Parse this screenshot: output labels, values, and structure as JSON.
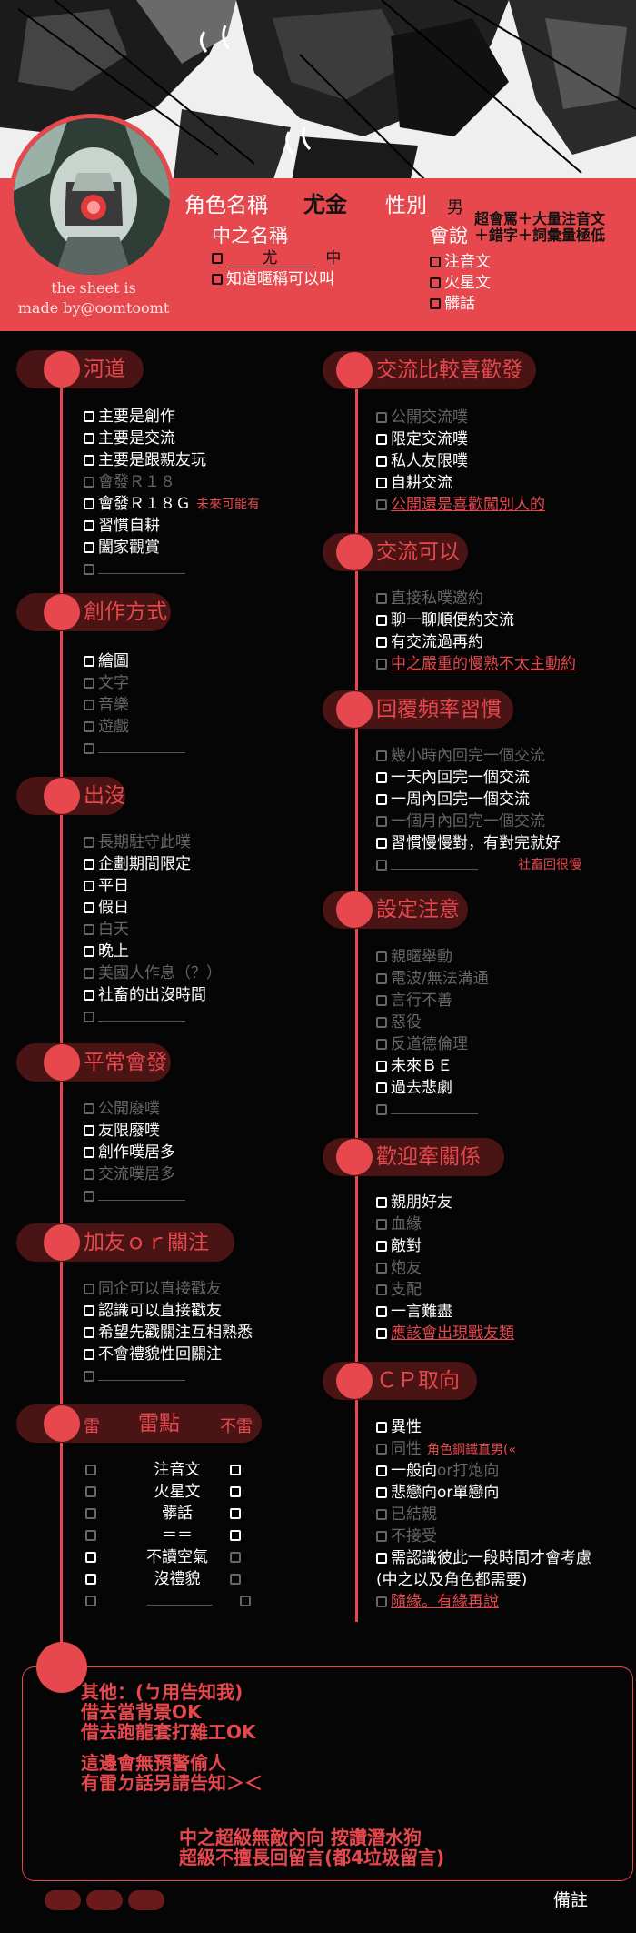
{
  "profile": {
    "name_label": "角色名稱",
    "name_value": "尤金",
    "gender_label": "性別",
    "gender_value": "男",
    "player_label": "中之名稱",
    "player_value": "尤",
    "player_suffix": "中",
    "nickname_option": "知道暱稱可以叫",
    "speech_label": "會說",
    "speech_note_line1": "超會罵＋大量注音文",
    "speech_note_line2": "＋錯字＋詞彙量極低",
    "speech_options": [
      "注音文",
      "火星文",
      "髒話"
    ],
    "credit_line1": "the sheet is",
    "credit_line2": "made by@oomtoomt"
  },
  "sections": {
    "hedao": {
      "title": "河道",
      "items": [
        {
          "text": "主要是創作",
          "dim": false
        },
        {
          "text": "主要是交流",
          "dim": false
        },
        {
          "text": "主要是跟親友玩",
          "dim": false
        },
        {
          "text": "會發Ｒ１８",
          "dim": true
        },
        {
          "text": "會發Ｒ１８Ｇ",
          "dim": false,
          "note": "未來可能有"
        },
        {
          "text": "習慣自耕",
          "dim": false
        },
        {
          "text": "闔家觀賞",
          "dim": false
        }
      ]
    },
    "create": {
      "title": "創作方式",
      "items": [
        {
          "text": "繪圖",
          "dim": false
        },
        {
          "text": "文字",
          "dim": true
        },
        {
          "text": "音樂",
          "dim": true
        },
        {
          "text": "遊戲",
          "dim": true
        }
      ]
    },
    "appear": {
      "title": "出沒",
      "items": [
        {
          "text": "長期駐守此噗",
          "dim": true
        },
        {
          "text": "企劃期間限定",
          "dim": false
        },
        {
          "text": "平日",
          "dim": false
        },
        {
          "text": "假日",
          "dim": false
        },
        {
          "text": "白天",
          "dim": true
        },
        {
          "text": "晚上",
          "dim": false
        },
        {
          "text": "美國人作息（？）",
          "dim": true
        },
        {
          "text": "社畜的出沒時間",
          "dim": false
        }
      ]
    },
    "post": {
      "title": "平常會發",
      "items": [
        {
          "text": "公開廢噗",
          "dim": true
        },
        {
          "text": "友限廢噗",
          "dim": false
        },
        {
          "text": "創作噗居多",
          "dim": false
        },
        {
          "text": "交流噗居多",
          "dim": true
        }
      ]
    },
    "follow": {
      "title": "加友ｏｒ關注",
      "items": [
        {
          "text": "同企可以直接戳友",
          "dim": true
        },
        {
          "text": "認識可以直接戳友",
          "dim": false
        },
        {
          "text": "希望先戳關注互相熟悉",
          "dim": false
        },
        {
          "text": "不會禮貌性回關注",
          "dim": false
        }
      ]
    },
    "landmine": {
      "title": "雷點",
      "left_label": "雷",
      "right_label": "不雷",
      "rows": [
        {
          "text": "注音文",
          "left_dim": true,
          "right_dim": false
        },
        {
          "text": "火星文",
          "left_dim": true,
          "right_dim": false
        },
        {
          "text": "髒話",
          "left_dim": true,
          "right_dim": false
        },
        {
          "text": "＝＝",
          "left_dim": true,
          "right_dim": false
        },
        {
          "text": "不讀空氣",
          "left_dim": false,
          "right_dim": true
        },
        {
          "text": "沒禮貌",
          "left_dim": false,
          "right_dim": true
        }
      ]
    },
    "interact_pref": {
      "title": "交流比較喜歡發",
      "items": [
        {
          "text": "公開交流噗",
          "dim": true
        },
        {
          "text": "限定交流噗",
          "dim": false
        },
        {
          "text": "私人友限噗",
          "dim": false
        },
        {
          "text": "自耕交流",
          "dim": false
        },
        {
          "text": "公開還是喜歡闖別人的",
          "dim": true,
          "red": true
        }
      ]
    },
    "interact_ok": {
      "title": "交流可以",
      "items": [
        {
          "text": "直接私噗邀約",
          "dim": true
        },
        {
          "text": "聊一聊順便約交流",
          "dim": false
        },
        {
          "text": "有交流過再約",
          "dim": false
        },
        {
          "text": "中之嚴重的慢熟不太主動約",
          "dim": true,
          "red": true
        }
      ]
    },
    "reply": {
      "title": "回覆頻率習慣",
      "items": [
        {
          "text": "幾小時內回完一個交流",
          "dim": true
        },
        {
          "text": "一天內回完一個交流",
          "dim": false
        },
        {
          "text": "一周內回完一個交流",
          "dim": false
        },
        {
          "text": "一個月內回完一個交流",
          "dim": true
        },
        {
          "text": "習慣慢慢對，有對完就好",
          "dim": false
        }
      ],
      "note": "社畜回很慢"
    },
    "setting": {
      "title": "設定注意",
      "items": [
        {
          "text": "親暱舉動",
          "dim": true
        },
        {
          "text": "電波/無法溝通",
          "dim": true
        },
        {
          "text": "言行不善",
          "dim": true
        },
        {
          "text": "惡役",
          "dim": true
        },
        {
          "text": "反道德倫理",
          "dim": true
        },
        {
          "text": "未來ＢＥ",
          "dim": false
        },
        {
          "text": "過去悲劇",
          "dim": false
        }
      ]
    },
    "relation": {
      "title": "歡迎牽關係",
      "items": [
        {
          "text": "親朋好友",
          "dim": false
        },
        {
          "text": "血緣",
          "dim": true
        },
        {
          "text": "敵對",
          "dim": false
        },
        {
          "text": "炮友",
          "dim": true
        },
        {
          "text": "支配",
          "dim": true
        },
        {
          "text": "一言難盡",
          "dim": false
        },
        {
          "text": "應該會出現戰友類",
          "dim": false,
          "red": true
        }
      ]
    },
    "cp": {
      "title": "ＣＰ取向",
      "items": [
        {
          "text": "異性",
          "dim": false
        },
        {
          "text": "同性",
          "dim": true,
          "note": "角色鋼鐵直男(«"
        },
        {
          "text": "一般向",
          "dim": false,
          "suffix": "or打炮向"
        },
        {
          "text": "悲戀向or單戀向",
          "dim": false
        },
        {
          "text": "已結親",
          "dim": true
        },
        {
          "text": "不接受",
          "dim": true
        },
        {
          "text": "需認識彼此一段時間才會考慮",
          "dim": false
        },
        {
          "text": "(中之以及角色都需要)",
          "dim": false,
          "plain": true
        },
        {
          "text": "隨緣。有緣再說",
          "dim": true,
          "red": true
        }
      ]
    }
  },
  "notes": {
    "line1": "其他：(ㄅ用告知我)",
    "line2": "借去當背景OK",
    "line3": "借去跑龍套打雜工OK",
    "line4": "這邊會無預警偷人",
    "line5": "有雷ㄉ話另請告知＞＜",
    "line6": "中之超級無敵內向 按讚潛水狗",
    "line7": "超級不擅長回留言(都4垃圾留言)"
  },
  "footer": {
    "remark": "備註"
  }
}
